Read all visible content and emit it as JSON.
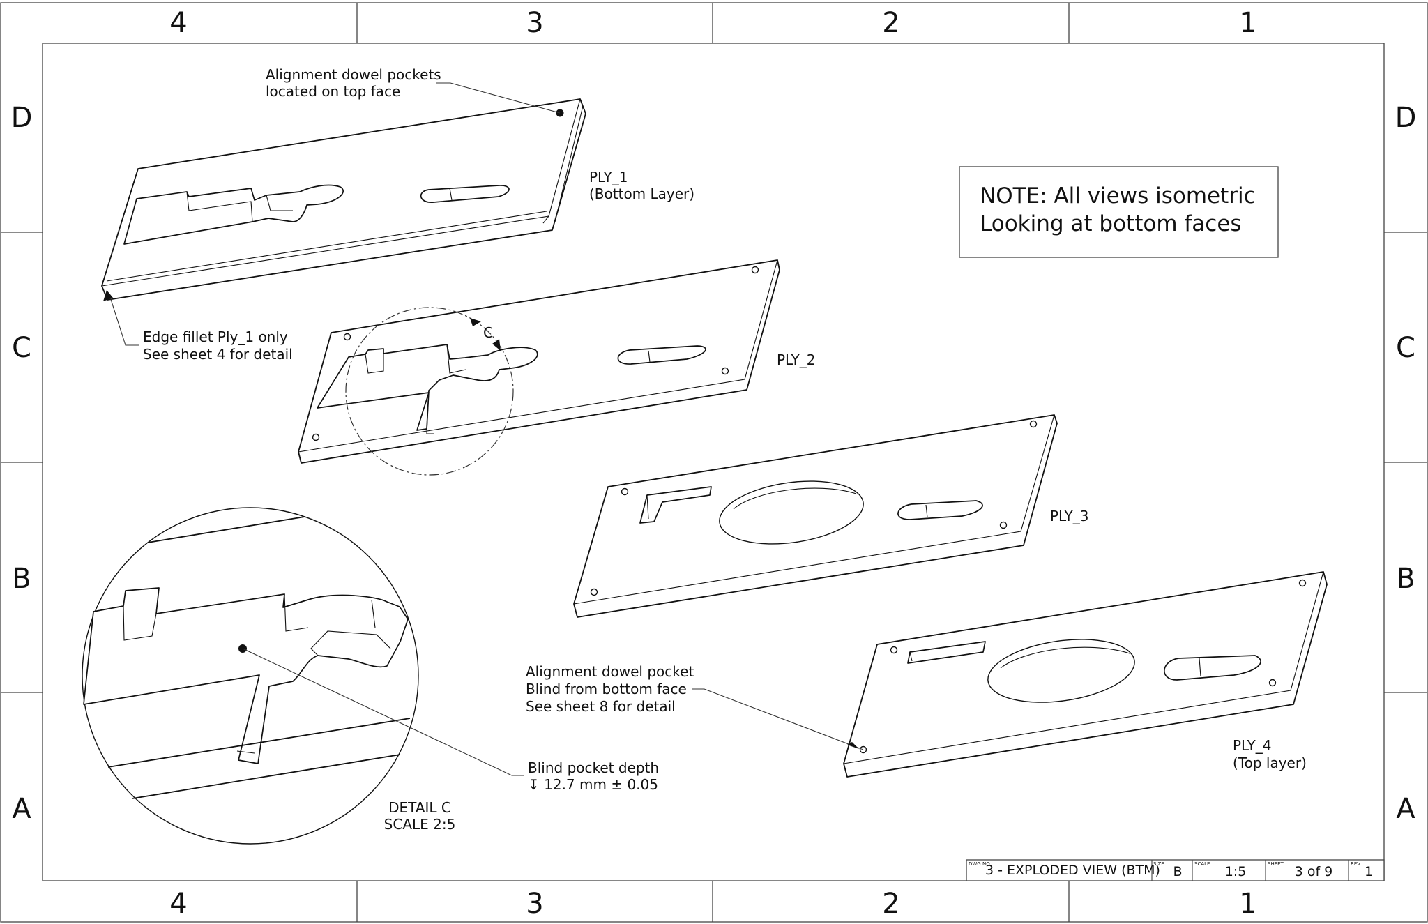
{
  "zones": {
    "columns": [
      "4",
      "3",
      "2",
      "1"
    ],
    "rows": [
      "D",
      "C",
      "B",
      "A"
    ]
  },
  "parts": {
    "ply1": {
      "name": "PLY_1",
      "sub": "(Bottom Layer)"
    },
    "ply2": {
      "name": "PLY_2"
    },
    "ply3": {
      "name": "PLY_3"
    },
    "ply4": {
      "name": "PLY_4",
      "sub": "(Top layer)"
    }
  },
  "callouts": {
    "dowel_top": [
      "Alignment dowel pockets",
      "located on top face"
    ],
    "edge_fillet": [
      "Edge fillet Ply_1 only",
      "See sheet 4 for detail"
    ],
    "dowel_blind": [
      "Alignment dowel pocket",
      "Blind from bottom face",
      "See sheet 8 for detail"
    ],
    "blind_pocket": [
      "Blind pocket depth",
      "↧ 12.7 mm ± 0.05"
    ]
  },
  "detail": {
    "marker": "C",
    "title": "DETAIL C",
    "scale": "SCALE 2:5"
  },
  "note": [
    "NOTE: All views isometric",
    "Looking at bottom faces"
  ],
  "title_block": {
    "dwg_no_label": "DWG NO",
    "dwg_no": "3 - EXPLODED VIEW (BTM)",
    "size_label": "SIZE",
    "size": "B",
    "scale_label": "SCALE",
    "scale": "1:5",
    "sheet_label": "SHEET",
    "sheet": "3 of 9",
    "rev_label": "REV",
    "rev": "1"
  }
}
